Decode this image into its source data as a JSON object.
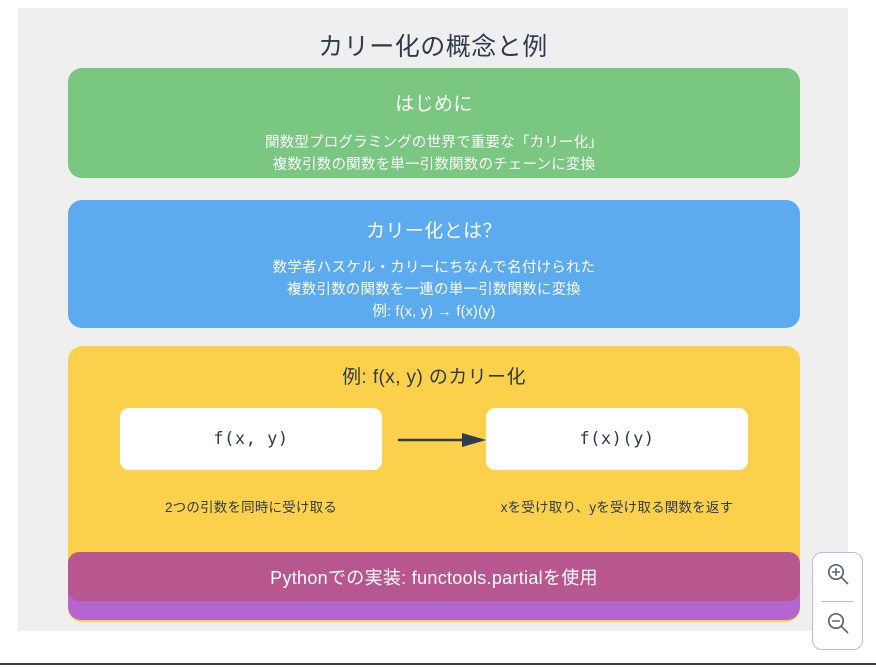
{
  "slide": {
    "title": "カリー化の概念と例",
    "background_color": "#efefef",
    "page_background": "#ffffff"
  },
  "sections": {
    "intro": {
      "color": "#79c781",
      "title": "はじめに",
      "line1": "関数型プログラミングの世界で重要な「カリー化」",
      "line2": "複数引数の関数を単一引数関数のチェーンに変換"
    },
    "what_is": {
      "color": "#5cabee",
      "title": "カリー化とは？",
      "line1": "数学者ハスケル・カリーにちなんで名付けられた",
      "line2": "複数引数の関数を一連の単一引数関数に変換",
      "line3": "例: f(x, y) → f(x)(y)"
    },
    "example": {
      "color": "#fbd04a",
      "title": "例: f(x, y) のカリー化",
      "left_box": "f(x, y)",
      "right_box": "f(x)(y)",
      "left_caption": "2つの引数を同時に受け取る",
      "right_caption": "xを受け取り、yを受け取る関数を返す",
      "arrow_icon": "arrow-right-icon",
      "arrow_color": "#2f3b4e"
    },
    "implementation": {
      "color": "#b8578f",
      "shadow_color": "#b566ce",
      "label": "Pythonでの実装: functools.partialを使用"
    }
  },
  "zoom_control": {
    "zoom_in_icon": "magnifier-plus-icon",
    "zoom_out_icon": "magnifier-minus-icon",
    "border_color": "#b9bfcc"
  }
}
